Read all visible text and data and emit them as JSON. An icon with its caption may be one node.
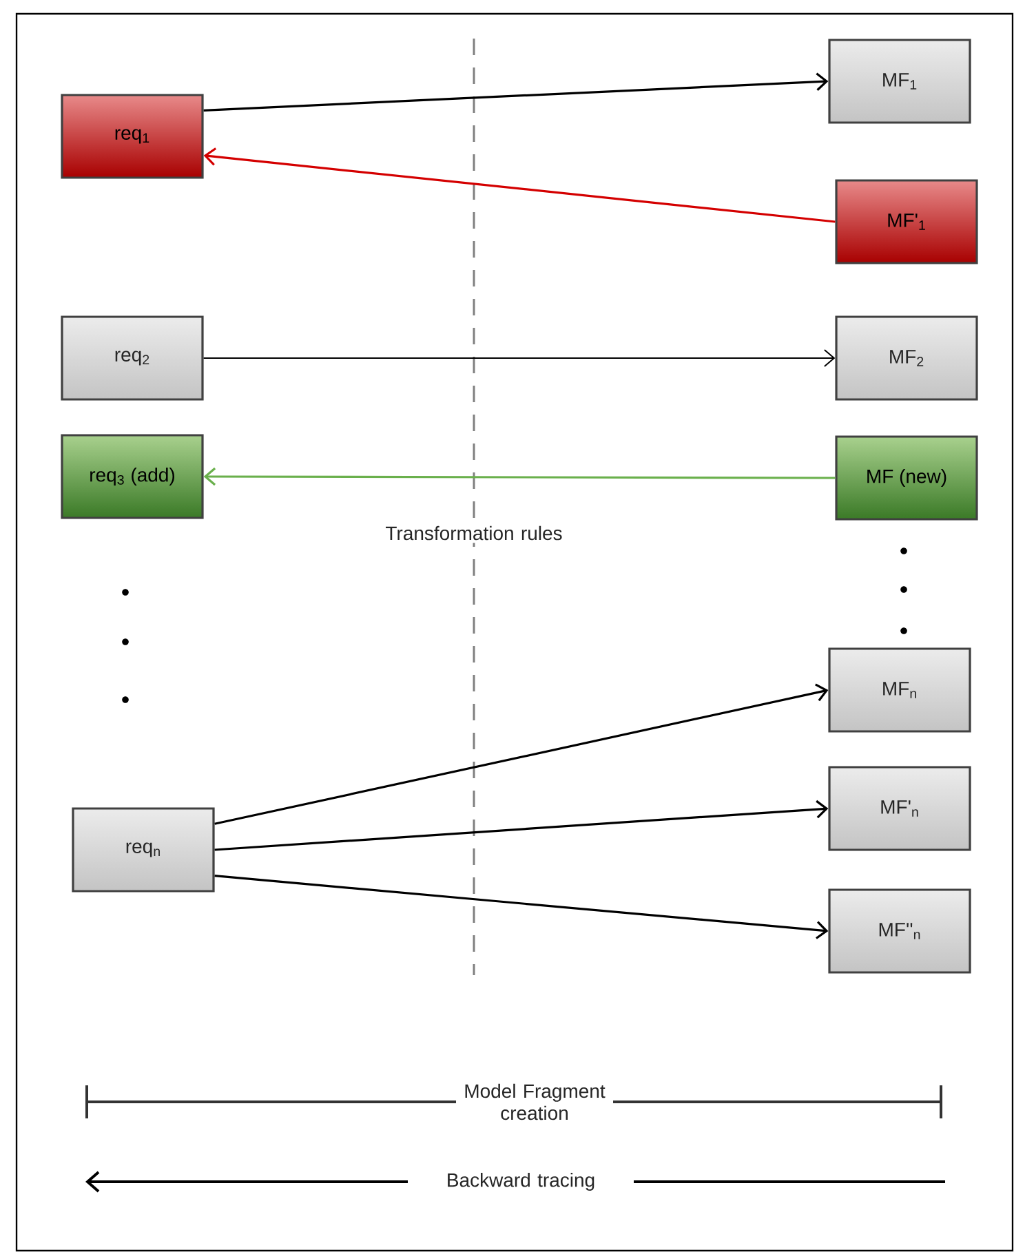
{
  "diagram": {
    "nodes": [
      {
        "text": [
          "req$_{1}$"
        ]
      },
      {
        "text": [
          "MF$_{1}$"
        ]
      },
      {
        "text": [
          "MF'$_{1}$"
        ]
      },
      {
        "text": [
          "req$_{2}$"
        ]
      },
      {
        "text": [
          "MF$_{2}$"
        ]
      },
      {
        "text": [
          "req$_{3}$ (add)"
        ]
      },
      {
        "text": [
          "MF (new)"
        ]
      },
      {
        "text": [
          "req$_{n}$"
        ]
      },
      {
        "text": [
          "MF$_{n}$"
        ]
      },
      {
        "text": [
          "MF'$_{n}$"
        ]
      },
      {
        "text": [
          "MF''$_{n}$"
        ]
      }
    ],
    "edges": [
      {
        "from": 0,
        "to": 1,
        "arrow": "to"
      },
      {
        "from": 2,
        "to": 0,
        "arrow": "to",
        "color": "#d40000"
      },
      {
        "from": 3,
        "to": 4,
        "arrow": "to"
      },
      {
        "from": 6,
        "to": 5,
        "arrow": "to",
        "color": "#6ab04c"
      },
      {
        "from": 7,
        "to": 8,
        "arrow": "to"
      },
      {
        "from": 7,
        "to": 9,
        "arrow": "to"
      },
      {
        "from": 7,
        "to": 10,
        "arrow": "to"
      }
    ],
    "labels": [
      "Transformation rules",
      "Model Fragment creation",
      "Backward tracing"
    ]
  }
}
